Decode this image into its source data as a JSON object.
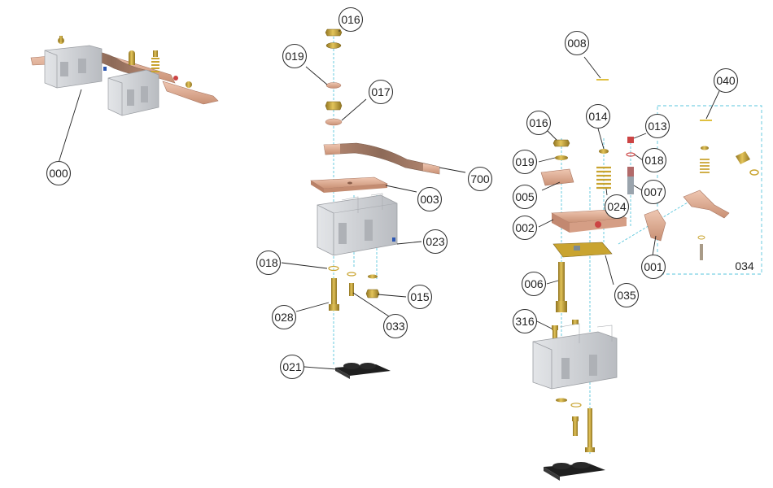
{
  "diagram": {
    "parts": [
      {
        "id": "000"
      },
      {
        "id": "016"
      },
      {
        "id": "019"
      },
      {
        "id": "017"
      },
      {
        "id": "700"
      },
      {
        "id": "003"
      },
      {
        "id": "023"
      },
      {
        "id": "018"
      },
      {
        "id": "015"
      },
      {
        "id": "028"
      },
      {
        "id": "033"
      },
      {
        "id": "021"
      },
      {
        "id": "008"
      },
      {
        "id": "040"
      },
      {
        "id": "014"
      },
      {
        "id": "013"
      },
      {
        "id": "018"
      },
      {
        "id": "016"
      },
      {
        "id": "019"
      },
      {
        "id": "005"
      },
      {
        "id": "024"
      },
      {
        "id": "007"
      },
      {
        "id": "002"
      },
      {
        "id": "001"
      },
      {
        "id": "034"
      },
      {
        "id": "006"
      },
      {
        "id": "035"
      },
      {
        "id": "316"
      }
    ],
    "colors": {
      "axis": "#59c6dc",
      "housing": "#cfd2d6",
      "copper": "#d9a98f",
      "brass": "#c9a430",
      "rubber": "#2a2a2a"
    }
  }
}
